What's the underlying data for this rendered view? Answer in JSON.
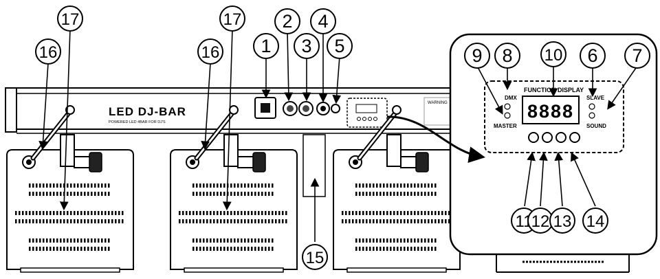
{
  "bar": {
    "brand_title": "LED DJ-BAR",
    "brand_subtitle": "POWERED LED 4BAR FOR DJ'S",
    "warning_label": "WARNING"
  },
  "panel": {
    "function_display_label": "FUNCTION DISPLAY",
    "display_value": "8888",
    "dmx_label": "DMX",
    "master_label": "MASTER",
    "slave_label": "SLAVE",
    "sound_label": "SOUND"
  },
  "callouts": [
    "1",
    "2",
    "3",
    "4",
    "5",
    "6",
    "7",
    "8",
    "9",
    "10",
    "11",
    "12",
    "13",
    "14",
    "15",
    "16",
    "16",
    "17",
    "17"
  ]
}
